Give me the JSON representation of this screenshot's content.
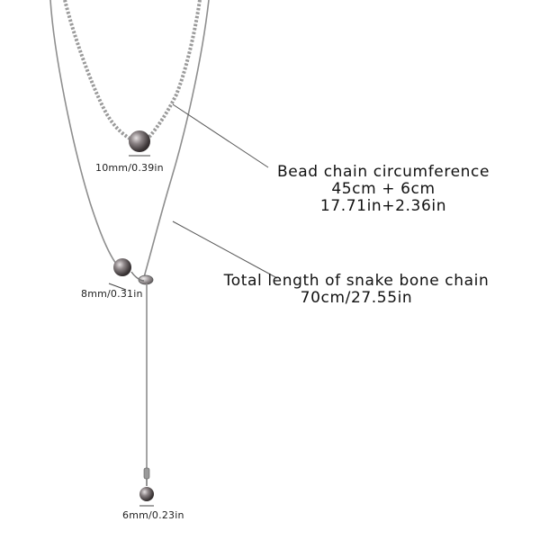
{
  "labels": {
    "bead_size": "10mm/0.39in",
    "knot_bead_size": "8mm/0.31in",
    "end_bead_size": "6mm/0.23in"
  },
  "bead_chain": {
    "title": "Bead chain circumference",
    "metric": "45cm + 6cm",
    "imperial": "17.71in+2.36in"
  },
  "snake_chain": {
    "title": "Total length of snake bone chain",
    "length": "70cm/27.55in"
  },
  "colors": {
    "background": "#ffffff",
    "chain": "#8a8a8a",
    "bead_dark": "#3a3435",
    "bead_light": "#d9d4d5",
    "pointer_line": "#555555"
  }
}
